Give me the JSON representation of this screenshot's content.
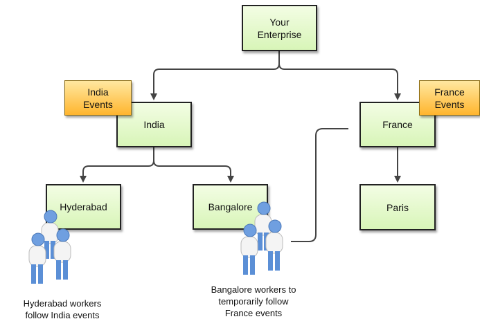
{
  "nodes": {
    "enterprise": "Your\nEnterprise",
    "india": "India",
    "france": "France",
    "hyderabad": "Hyderabad",
    "bangalore": "Bangalore",
    "paris": "Paris"
  },
  "tags": {
    "india_events": "India\nEvents",
    "france_events": "France\nEvents"
  },
  "captions": {
    "hyderabad_workers": "Hyderabad workers\nfollow India events",
    "bangalore_workers": "Bangalore workers to\ntemporarily follow\nFrance events"
  },
  "colors": {
    "node_fill": "#d8f5b8",
    "tag_fill": "#ffb52e",
    "worker_icon": "#5b8fd6",
    "line": "#444444"
  },
  "icons": [
    "worker-group-icon",
    "worker-group-icon"
  ]
}
